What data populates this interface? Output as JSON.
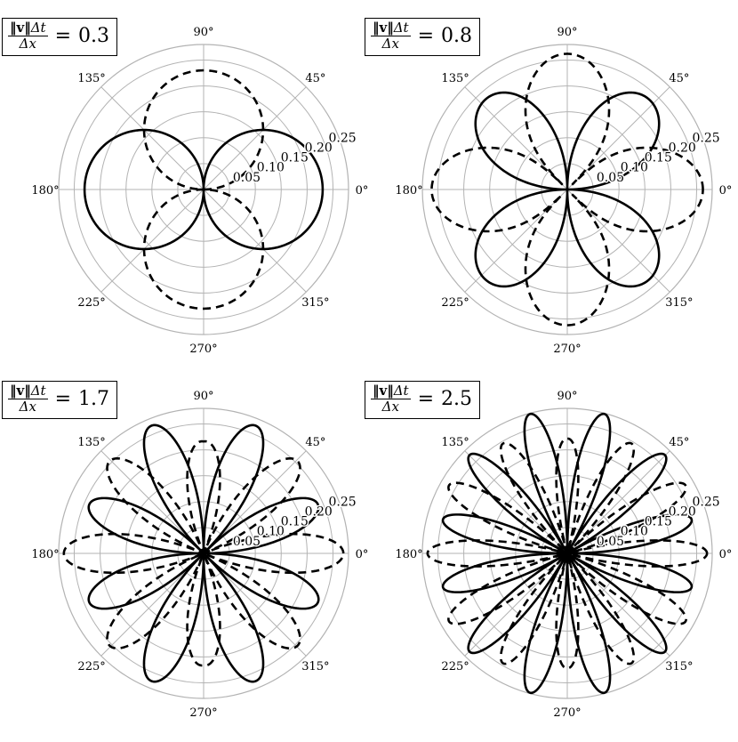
{
  "chart_data": [
    {
      "type": "polar",
      "label": {
        "numerator_norm": "‖v‖",
        "numerator_rest": "Δt",
        "denominator": "Δx",
        "equals": "=",
        "value": "0.3"
      },
      "courant": 0.3,
      "theta_ticks": [
        "0°",
        "45°",
        "90°",
        "135°",
        "180°",
        "225°",
        "270°",
        "315°"
      ],
      "r_ticks": [
        "0.05",
        "0.10",
        "0.15",
        "0.20",
        "0.25"
      ],
      "rlim": [
        0,
        0.28
      ],
      "series": [
        {
          "style": "solid",
          "shape": "two lobes along 0°/180°",
          "lobes": 2,
          "peak_r": 0.23,
          "peak_angles_deg": [
            0,
            180
          ]
        },
        {
          "style": "dashed",
          "shape": "two lobes along 90°/270°",
          "lobes": 2,
          "peak_r": 0.23,
          "peak_angles_deg": [
            90,
            270
          ]
        }
      ]
    },
    {
      "type": "polar",
      "label": {
        "numerator_norm": "‖v‖",
        "numerator_rest": "Δt",
        "denominator": "Δx",
        "equals": "=",
        "value": "0.8"
      },
      "courant": 0.8,
      "theta_ticks": [
        "0°",
        "45°",
        "90°",
        "135°",
        "180°",
        "225°",
        "270°",
        "315°"
      ],
      "r_ticks": [
        "0.05",
        "0.10",
        "0.15",
        "0.20",
        "0.25"
      ],
      "rlim": [
        0,
        0.28
      ],
      "series": [
        {
          "style": "solid",
          "shape": "four lobes toward 45°/135°/225°/315°",
          "peak_r": 0.27
        },
        {
          "style": "dashed",
          "shape": "peanut lobes along 0°/180° and 90°/270°",
          "peak_r": 0.26
        }
      ]
    },
    {
      "type": "polar",
      "label": {
        "numerator_norm": "‖v‖",
        "numerator_rest": "Δt",
        "denominator": "Δx",
        "equals": "=",
        "value": "1.7"
      },
      "courant": 1.7,
      "theta_ticks": [
        "0°",
        "45°",
        "90°",
        "135°",
        "180°",
        "225°",
        "270°",
        "315°"
      ],
      "r_ticks": [
        "0.05",
        "0.10",
        "0.15",
        "0.20",
        "0.25"
      ],
      "rlim": [
        0,
        0.28
      ],
      "series": [
        {
          "style": "solid",
          "shape": "multi-lobe rose",
          "lobes": 8,
          "peak_r": 0.27
        },
        {
          "style": "dashed",
          "shape": "multi-lobe rose",
          "lobes": 8,
          "peak_r": 0.27
        }
      ]
    },
    {
      "type": "polar",
      "label": {
        "numerator_norm": "‖v‖",
        "numerator_rest": "Δt",
        "denominator": "Δx",
        "equals": "=",
        "value": "2.5"
      },
      "courant": 2.5,
      "theta_ticks": [
        "0°",
        "45°",
        "90°",
        "135°",
        "180°",
        "225°",
        "270°",
        "315°"
      ],
      "r_ticks": [
        "0.05",
        "0.10",
        "0.15",
        "0.20",
        "0.25"
      ],
      "rlim": [
        0,
        0.28
      ],
      "series": [
        {
          "style": "solid",
          "shape": "multi-lobe rose",
          "lobes": 12,
          "peak_r": 0.28
        },
        {
          "style": "dashed",
          "shape": "multi-lobe rose",
          "lobes": 12,
          "peak_r": 0.27
        }
      ]
    }
  ]
}
